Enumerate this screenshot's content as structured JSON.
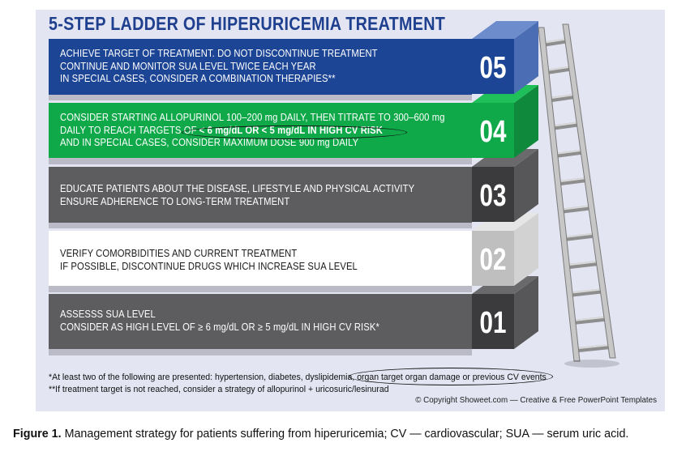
{
  "title": "5-STEP LADDER OF HIPERURICEMIA TREATMENT",
  "steps": [
    {
      "number": "05",
      "lines": [
        "ACHIEVE TARGET OF TREATMENT. DO NOT DISCONTINUE TREATMENT",
        "CONTINUE AND MONITOR SUA LEVEL TWICE EACH YEAR",
        "IN SPECIAL CASES, CONSIDER A COMBINATION THERAPIES**"
      ],
      "color": "#1c4596"
    },
    {
      "number": "04",
      "line1": "CONSIDER STARTING ALLOPURINOL 100–200 mg DAILY, THEN TITRATE TO 300–600 mg",
      "line2_prefix": "DAILY TO REACH TARGETS OF ",
      "line2_highlight": "< 6 mg/dL OR < 5 mg/dL IN HIGH CV RISK",
      "line3": "AND IN SPECIAL CASES, CONSIDER MAXIMUM DOSE 900 mg DAILY",
      "color": "#10a94a"
    },
    {
      "number": "03",
      "lines": [
        "EDUCATE PATIENTS ABOUT THE DISEASE, LIFESTYLE AND PHYSICAL ACTIVITY",
        "ENSURE ADHERENCE TO LONG-TERM TREATMENT"
      ],
      "color": "#5d5d5f"
    },
    {
      "number": "02",
      "lines": [
        "VERIFY COMORBIDITIES AND CURRENT TREATMENT",
        "IF POSSIBLE, DISCONTINUE DRUGS WHICH INCREASE SUA LEVEL"
      ],
      "color": "#ffffff"
    },
    {
      "number": "01",
      "lines": [
        "ASSESSS SUA LEVEL",
        "CONSIDER AS HIGH LEVEL OF ≥ 6 mg/dL OR ≥ 5 mg/dL IN HIGH CV RISK*"
      ],
      "color": "#5d5d5f"
    }
  ],
  "footnotes": {
    "note1_prefix": "*At least two of the following are presented: hypertension, diabetes, dyslipidemia,",
    "note1_highlight": " organ target organ damage or previous CV events",
    "note2": "**If treatment target is not reached, consider a strategy of allopurinol + uricosuric/lesinurad"
  },
  "copyright": "© Copyright Showeet.com — Creative & Free PowerPoint Templates",
  "caption": {
    "label": "Figure 1.",
    "text": " Management strategy for patients suffering from hiperuricemia; CV — cardiovascular; SUA — serum uric acid."
  }
}
